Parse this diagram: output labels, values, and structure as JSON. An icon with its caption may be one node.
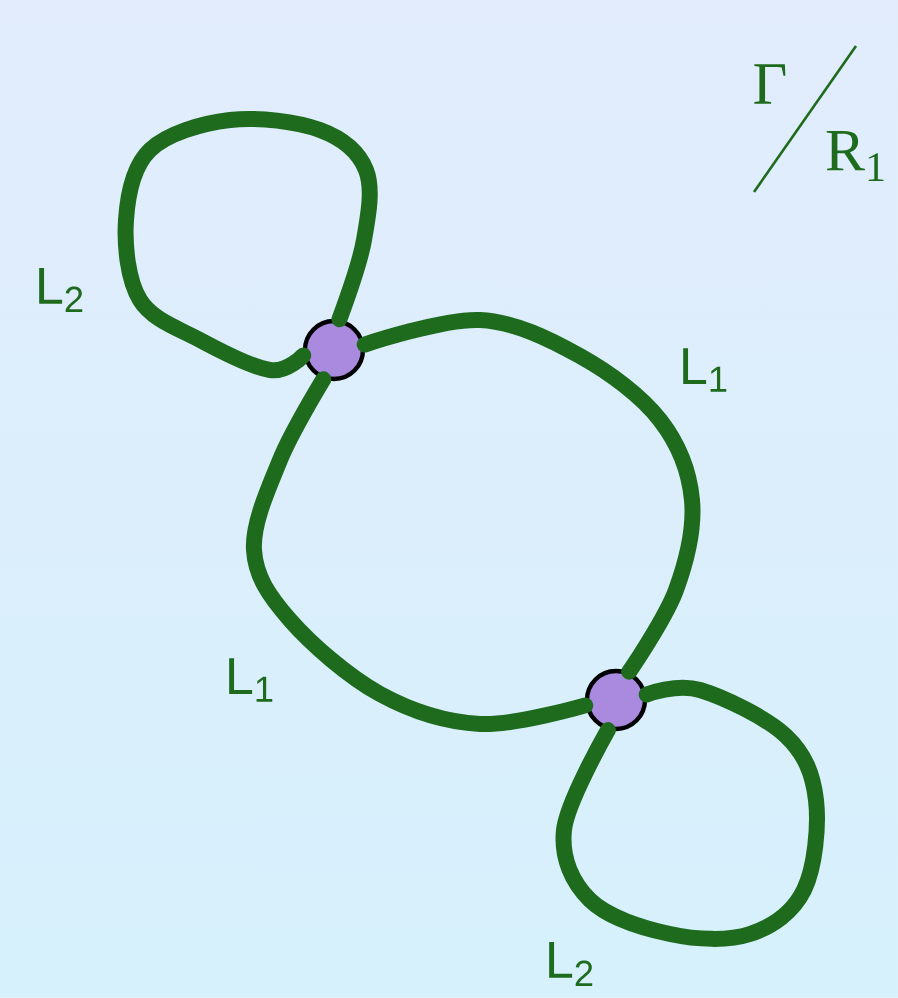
{
  "diagram": {
    "nodes": [
      {
        "text": [],
        "shape": "circle"
      },
      {
        "text": [],
        "shape": "circle"
      }
    ],
    "edges": [
      {
        "from": 0,
        "to": 0,
        "arrow": "none",
        "label": "L$_{2}$"
      },
      {
        "from": 0,
        "to": 1,
        "arrow": "none",
        "label": "L$_{1}$"
      },
      {
        "from": 0,
        "to": 1,
        "arrow": "none",
        "label": "L$_{1}$"
      },
      {
        "from": 1,
        "to": 1,
        "arrow": "none",
        "label": "L$_{2}$"
      }
    ],
    "labels": [
      "Γ",
      "R$_{1}$"
    ]
  }
}
